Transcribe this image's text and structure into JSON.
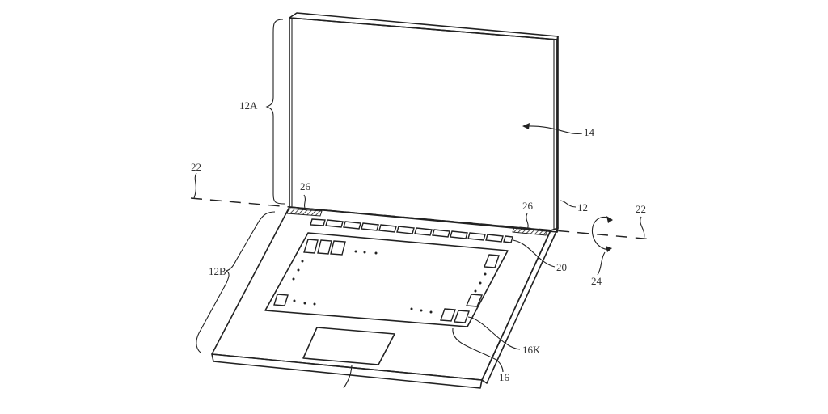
{
  "figure": {
    "type": "patent-drawing",
    "subject": "laptop computer with hinge and keyboard",
    "colors": {
      "line": "#222222",
      "background": "#ffffff",
      "label": "#333333"
    }
  },
  "labels": {
    "upper_housing": "12A",
    "lower_housing": "12B",
    "display": "14",
    "housing": "12",
    "hinge_axis_left": "22",
    "hinge_axis_right": "22",
    "rotation": "24",
    "hinge_left": "26",
    "hinge_right": "26",
    "function_row": "20",
    "key": "16K",
    "keyboard": "16"
  },
  "ellipses": {
    "top_row": "• • •",
    "bottom_left": "• • •",
    "bottom_right": "• • •"
  }
}
